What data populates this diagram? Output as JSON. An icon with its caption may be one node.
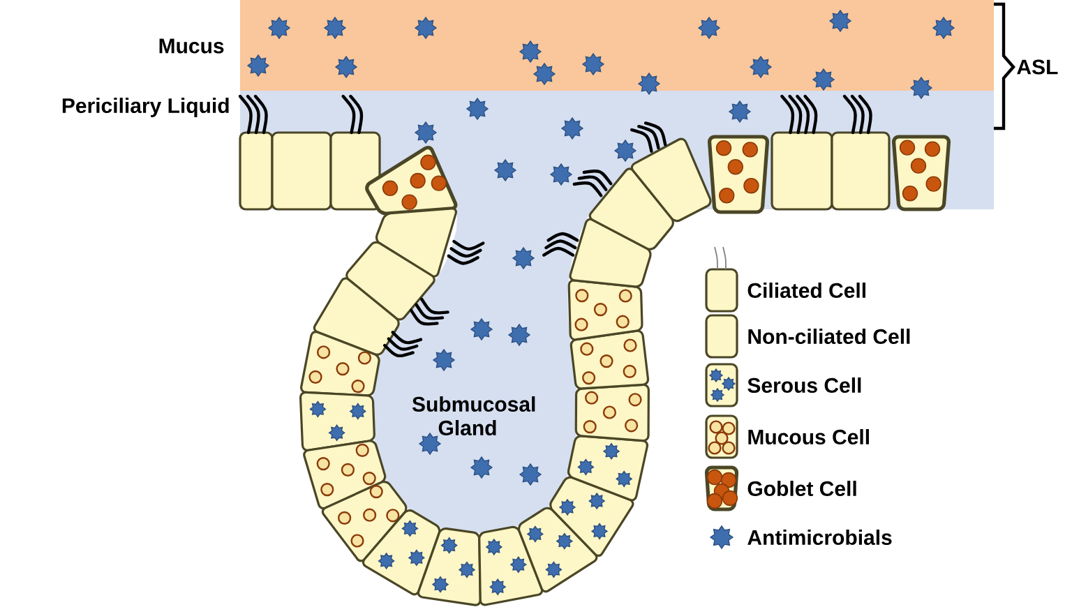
{
  "diagram": {
    "labels": [
      "Mucus",
      "Periciliary Liquid",
      "ASL",
      "Submucosal Gland"
    ],
    "legend": [
      {
        "text": "Ciliated Cell"
      },
      {
        "text": "Non-ciliated Cell"
      },
      {
        "text": "Serous Cell"
      },
      {
        "text": "Mucous Cell"
      },
      {
        "text": "Goblet Cell"
      },
      {
        "text": "Antimicrobials"
      }
    ]
  }
}
